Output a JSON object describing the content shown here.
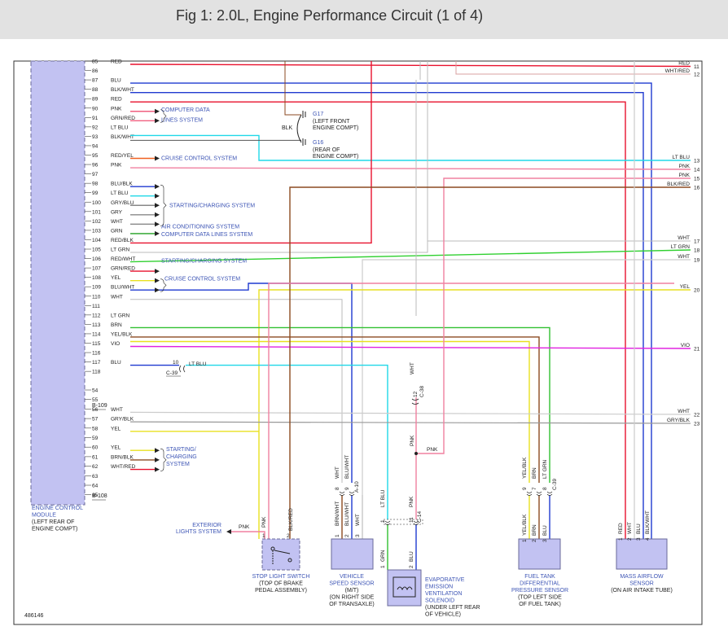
{
  "title": "Fig 1: 2.0L, Engine Performance Circuit (1 of 4)",
  "figure_number": "486146",
  "ecm": {
    "label": [
      "ENGINE CONTROL",
      "MODULE",
      "(LEFT REAR OF",
      "ENGINE COMPT)"
    ],
    "connector_b109": "B-109",
    "connector_b108": "B-108"
  },
  "pins": [
    {
      "pin": "85",
      "wire": "RED",
      "color": "#e8112d"
    },
    {
      "pin": "86",
      "wire": "",
      "color": ""
    },
    {
      "pin": "87",
      "wire": "BLU",
      "color": "#1f3ad0"
    },
    {
      "pin": "88",
      "wire": "BLK/WHT",
      "color": "#1f3ad0"
    },
    {
      "pin": "89",
      "wire": "RED",
      "color": "#e8112d"
    },
    {
      "pin": "90",
      "wire": "PNK",
      "color": "#f06080"
    },
    {
      "pin": "91",
      "wire": "GRN/RED",
      "color": "#f06080"
    },
    {
      "pin": "92",
      "wire": "LT BLU",
      "color": "#555555"
    },
    {
      "pin": "93",
      "wire": "BLK/WHT",
      "color": "#555555"
    },
    {
      "pin": "94",
      "wire": "",
      "color": ""
    },
    {
      "pin": "95",
      "wire": "RED/YEL",
      "color": "#f06020"
    },
    {
      "pin": "96",
      "wire": "PNK",
      "color": "#f080a0"
    },
    {
      "pin": "97",
      "wire": "",
      "color": ""
    },
    {
      "pin": "98",
      "wire": "BLU/BLK",
      "color": "#1f3ad0"
    },
    {
      "pin": "99",
      "wire": "LT BLU",
      "color": "#20d8e8"
    },
    {
      "pin": "100",
      "wire": "GRY/BLU",
      "color": "#888888"
    },
    {
      "pin": "101",
      "wire": "GRY",
      "color": "#888888"
    },
    {
      "pin": "102",
      "wire": "WHT",
      "color": "#888888"
    },
    {
      "pin": "103",
      "wire": "GRN",
      "color": "#20a020"
    },
    {
      "pin": "104",
      "wire": "RED/BLK",
      "color": "#e8112d"
    },
    {
      "pin": "105",
      "wire": "LT GRN",
      "color": "#999999"
    },
    {
      "pin": "106",
      "wire": "RED/WHT",
      "color": "#30d030"
    },
    {
      "pin": "107",
      "wire": "GRN/RED",
      "color": "#e8112d"
    },
    {
      "pin": "108",
      "wire": "YEL",
      "color": "#e8e020"
    },
    {
      "pin": "109",
      "wire": "BLU/WHT",
      "color": "#1f3ad0"
    },
    {
      "pin": "110",
      "wire": "WHT",
      "color": "#bbbbbb"
    },
    {
      "pin": "111",
      "wire": "",
      "color": ""
    },
    {
      "pin": "112",
      "wire": "LT GRN",
      "color": ""
    },
    {
      "pin": "113",
      "wire": "BRN",
      "color": "#30c030"
    },
    {
      "pin": "114",
      "wire": "YEL/BLK",
      "color": "#8b4a20"
    },
    {
      "pin": "115",
      "wire": "VIO",
      "color": "#e020e0"
    },
    {
      "pin": "116",
      "wire": "",
      "color": ""
    },
    {
      "pin": "117",
      "wire": "BLU",
      "color": "#1f3ad0"
    },
    {
      "pin": "118",
      "wire": "",
      "color": ""
    },
    {
      "pin": "54",
      "wire": "",
      "color": ""
    },
    {
      "pin": "55",
      "wire": "",
      "color": ""
    },
    {
      "pin": "56",
      "wire": "WHT",
      "color": "#bbbbbb"
    },
    {
      "pin": "57",
      "wire": "GRY/BLK",
      "color": "#888888"
    },
    {
      "pin": "58",
      "wire": "YEL",
      "color": "#e8e020"
    },
    {
      "pin": "59",
      "wire": "",
      "color": ""
    },
    {
      "pin": "60",
      "wire": "YEL",
      "color": "#e8e020"
    },
    {
      "pin": "61",
      "wire": "BRN/BLK",
      "color": "#8b4a20"
    },
    {
      "pin": "62",
      "wire": "WHT/RED",
      "color": "#e8112d"
    },
    {
      "pin": "63",
      "wire": "",
      "color": ""
    },
    {
      "pin": "64",
      "wire": "",
      "color": ""
    },
    {
      "pin": "65",
      "wire": "",
      "color": ""
    }
  ],
  "references": {
    "computer_data_lines": [
      "COMPUTER DATA",
      "LINES SYSTEM"
    ],
    "cruise_control": "CRUISE CONTROL SYSTEM",
    "starting_charging": "STARTING/CHARGING SYSTEM",
    "air_conditioning": "AIR CONDITIONING SYSTEM",
    "computer_data_lines_2": "COMPUTER DATA LINES SYSTEM",
    "starting_charging_2": "STARTING/CHARGING SYSTEM",
    "cruise_control_2": "CRUISE CONTROL SYSTEM",
    "starting_charging_3": [
      "STARTING/",
      "CHARGING",
      "SYSTEM"
    ],
    "exterior_lights": [
      "EXTERIOR",
      "LIGHTS SYSTEM"
    ]
  },
  "grounds": {
    "g17_id": "G17",
    "g17_desc": [
      "(LEFT FRONT",
      "ENGINE COMPT)"
    ],
    "g16_id": "G16",
    "g16_desc": [
      "(REAR OF",
      "ENGINE COMPT)"
    ],
    "wire": "BLK"
  },
  "right_terminals": [
    {
      "num": "11",
      "wire": "RED"
    },
    {
      "num": "12",
      "wire": "WHT/RED"
    },
    {
      "num": "13",
      "wire": "LT BLU"
    },
    {
      "num": "14",
      "wire": "PNK"
    },
    {
      "num": "15",
      "wire": "PNK"
    },
    {
      "num": "16",
      "wire": "BLK/RED"
    },
    {
      "num": "17",
      "wire": "WHT"
    },
    {
      "num": "18",
      "wire": "LT GRN"
    },
    {
      "num": "19",
      "wire": "WHT"
    },
    {
      "num": "20",
      "wire": "YEL"
    },
    {
      "num": "21",
      "wire": "VIO"
    },
    {
      "num": "22",
      "wire": "WHT"
    },
    {
      "num": "23",
      "wire": "GRY/BLK"
    }
  ],
  "connectors": {
    "c39_left": "C-39",
    "c39_left_pin": "10",
    "c39_left_wire": "LT BLU",
    "c38": "C-38",
    "c38_pin": "12",
    "c38_wire": "WHT",
    "pnk_splice": "PNK",
    "a10": "A-10",
    "c14": "C-14",
    "c39_right": "C-39"
  },
  "components": {
    "stop_light_switch": [
      "STOP LIGHT SWITCH",
      "(TOP OF BRAKE",
      "PEDAL ASSEMBLY)"
    ],
    "stop_light_wires": {
      "pnk": "PNK",
      "blk_red": "BLK/RED",
      "pin1": "1",
      "pin2": "2",
      "exterior_wire": "PNK"
    },
    "vss": [
      "VEHICLE",
      "SPEED SENSOR",
      "(M/T)",
      "(ON RIGHT SIDE",
      "OF TRANSAXLE)"
    ],
    "vss_wires": {
      "w8": "WHT",
      "w9": "BLU/WHT",
      "p8": "8",
      "p9": "9",
      "b1": "BRN/WHT",
      "b2": "BLU/WHT",
      "b3": "WHT",
      "p1": "1",
      "p2": "2",
      "p3": "3"
    },
    "evap": [
      "EVAPORATIVE",
      "EMISSION",
      "VENTILATION",
      "SOLENOID",
      "(UNDER LEFT REAR",
      "OF VEHICLE)"
    ],
    "evap_wires": {
      "lt_blu": "LT BLU",
      "pnk": "PNK",
      "grn": "GRN",
      "blu": "BLU",
      "p1": "1",
      "p11": "11",
      "p1b": "1",
      "p2b": "2"
    },
    "fuel_tank": [
      "FUEL TANK",
      "DIFFERENTIAL",
      "PRESSURE SENSOR",
      "(TOP LEFT SIDE",
      "OF FUEL TANK)"
    ],
    "fuel_wires": {
      "w9": "YEL/BLK",
      "w7": "BRN",
      "w8": "LT GRN",
      "p9": "9",
      "p7": "7",
      "p8": "8",
      "b1": "YEL/BLK",
      "b2": "BRN",
      "b3": "BLU",
      "p1": "1",
      "p2": "2",
      "p3": "3"
    },
    "maf": [
      "MASS AIRFLOW",
      "SENSOR",
      "(ON AIR INTAKE TUBE)"
    ],
    "maf_wires": {
      "red": "RED",
      "wht": "WHT",
      "blu": "BLU",
      "blk_wht": "BLK/WHT",
      "p1": "1",
      "p2": "2",
      "p3": "3",
      "p4": "4"
    }
  }
}
